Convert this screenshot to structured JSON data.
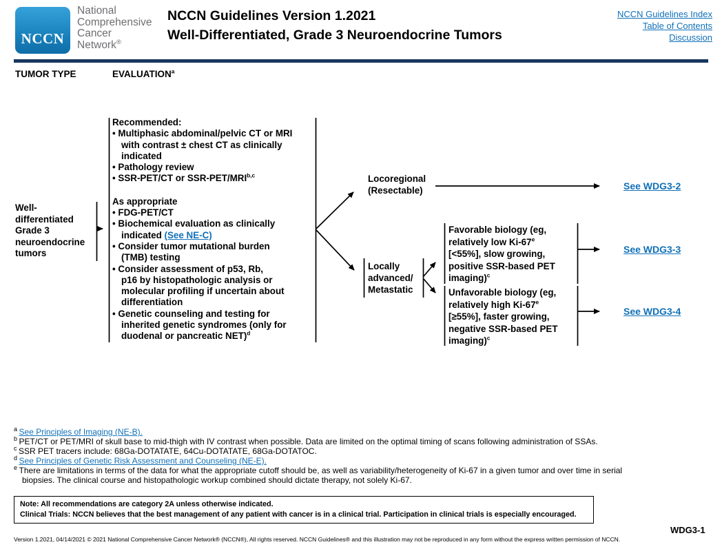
{
  "colors": {
    "link_blue": "#1070b8",
    "header_bar": "#17375e",
    "logo_blue_top": "#36a2d9",
    "logo_blue_bottom": "#0e6da7"
  },
  "header": {
    "logo_abbr": "NCCN",
    "logo_name": "National\nComprehensive\nCancer\nNetwork",
    "logo_reg": "®",
    "title_line1": "NCCN Guidelines Version 1.2021",
    "title_line2": "Well-Differentiated, Grade 3 Neuroendocrine Tumors",
    "links": [
      "NCCN Guidelines Index",
      "Table of Contents",
      "Discussion"
    ]
  },
  "column_headers": {
    "tumor_type": "TUMOR TYPE",
    "evaluation": "EVALUATION",
    "evaluation_sup": "a"
  },
  "flowchart": {
    "tumor_label": "Well-\ndifferentiated\nGrade 3\nneuroendocrine\ntumors",
    "evaluation": {
      "recommended_header": "Recommended:",
      "recommended_items": [
        [
          {
            "t": "Multiphasic abdominal/pelvic CT or MRI\nwith contrast ± chest CT as clinically\nindicated"
          }
        ],
        [
          {
            "t": "Pathology review"
          }
        ],
        [
          {
            "t": "SSR-PET/CT or SSR-PET/MRI"
          },
          {
            "sup": "b,c"
          }
        ]
      ],
      "appropriate_header": "As appropriate",
      "appropriate_items": [
        [
          {
            "t": "FDG-PET/CT"
          }
        ],
        [
          {
            "t": "Biochemical evaluation as clinically\nindicated "
          },
          {
            "link": "(See NE-C)"
          }
        ],
        [
          {
            "t": "Consider tumor mutational burden\n(TMB) testing"
          }
        ],
        [
          {
            "t": "Consider assessment of p53, Rb,\np16 by histopathologic analysis or\nmolecular profiling if uncertain about\ndifferentiation"
          }
        ],
        [
          {
            "t": "Genetic counseling and testing for\ninherited genetic syndromes (only for\nduodenal or pancreatic NET)"
          },
          {
            "sup": "d"
          }
        ]
      ]
    },
    "locoregional_label": "Locoregional\n(Resectable)",
    "locoregional_link": "See WDG3-2",
    "locally_advanced_label": "Locally\nadvanced/\nMetastatic",
    "favorable": [
      {
        "t": "Favorable biology (eg,\nrelatively low Ki-67"
      },
      {
        "sup": "e"
      },
      {
        "t": "\n[<55%], slow growing,\npositive SSR-based PET\nimaging)"
      },
      {
        "sup": "c"
      }
    ],
    "favorable_link": "See WDG3-3",
    "unfavorable": [
      {
        "t": "Unfavorable biology (eg,\nrelatively high Ki-67"
      },
      {
        "sup": "e"
      },
      {
        "t": "\n[≥55%], faster growing,\nnegative SSR-based PET\nimaging)"
      },
      {
        "sup": "c"
      }
    ],
    "unfavorable_link": "See WDG3-4"
  },
  "footnotes": [
    {
      "sup": "a",
      "segments": [
        {
          "link": "See Principles of Imaging (NE-B)."
        }
      ]
    },
    {
      "sup": "b",
      "segments": [
        {
          "t": "PET/CT or PET/MRI of skull base to mid-thigh with IV contrast when possible. Data are limited on the optimal timing of scans following administration of SSAs."
        }
      ]
    },
    {
      "sup": "c",
      "segments": [
        {
          "t": "SSR PET tracers include: 68Ga-DOTATATE, 64Cu-DOTATATE, 68Ga-DOTATOC."
        }
      ]
    },
    {
      "sup": "d",
      "segments": [
        {
          "link": "See Principles of Genetic Risk Assessment and Counseling (NE-E)."
        }
      ]
    },
    {
      "sup": "e",
      "segments": [
        {
          "t": "There are limitations in terms of the data for what the appropriate cutoff should be, as well as variability/heterogeneity of Ki-67 in a given tumor and over time in serial\nbiopsies. The clinical course and histopathologic workup combined should dictate therapy, not solely Ki-67."
        }
      ]
    }
  ],
  "note_box": {
    "line1": "Note: All recommendations are category 2A unless otherwise indicated.",
    "line2": "Clinical Trials: NCCN believes that the best management of any patient with cancer is in a clinical trial. Participation in clinical trials is especially encouraged."
  },
  "footer": {
    "left": "Version 1.2021, 04/14/2021 © 2021 National Comprehensive Cancer Network® (NCCN®), All rights reserved. NCCN Guidelines® and this illustration may not be reproduced in any form without the express written permission of NCCN.",
    "page": "WDG3-1"
  }
}
